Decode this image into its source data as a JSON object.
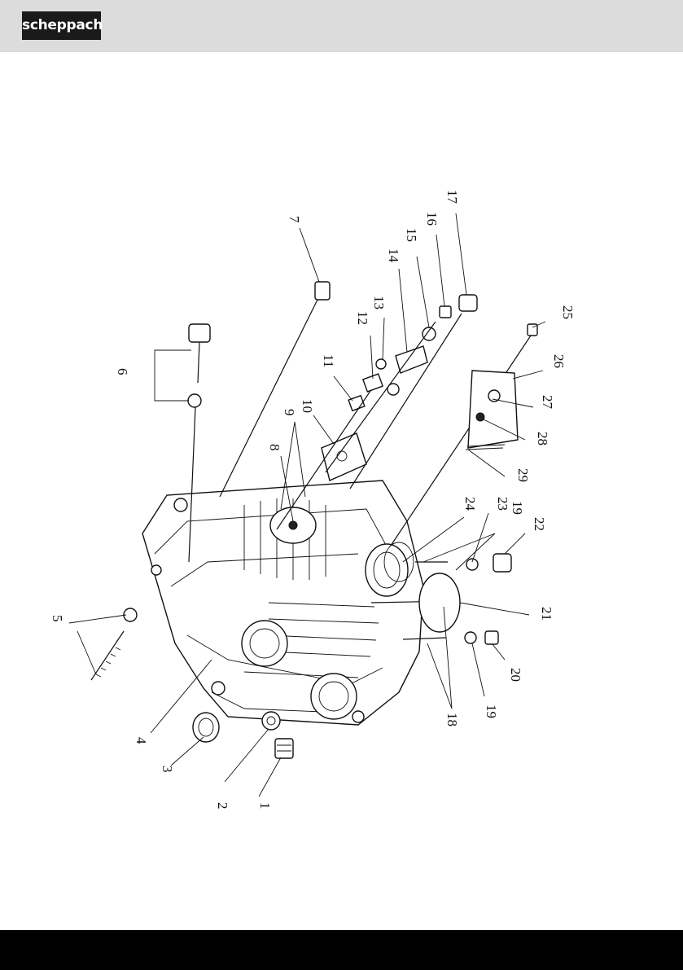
{
  "header": {
    "brand": "scheppach"
  },
  "diagram": {
    "labels": {
      "l1": "1",
      "l2": "2",
      "l3": "3",
      "l4": "4",
      "l5": "5",
      "l6": "6",
      "l7": "7",
      "l8": "8",
      "l9": "9",
      "l10": "10",
      "l11": "11",
      "l12": "12",
      "l13": "13",
      "l14": "14",
      "l15": "15",
      "l16": "16",
      "l17": "17",
      "l18": "18",
      "l19a": "19",
      "l19b": "19",
      "l20": "20",
      "l21": "21",
      "l22": "22",
      "l23": "23",
      "l24": "24",
      "l25": "25",
      "l26": "26",
      "l27": "27",
      "l28": "28",
      "l29": "29"
    }
  }
}
